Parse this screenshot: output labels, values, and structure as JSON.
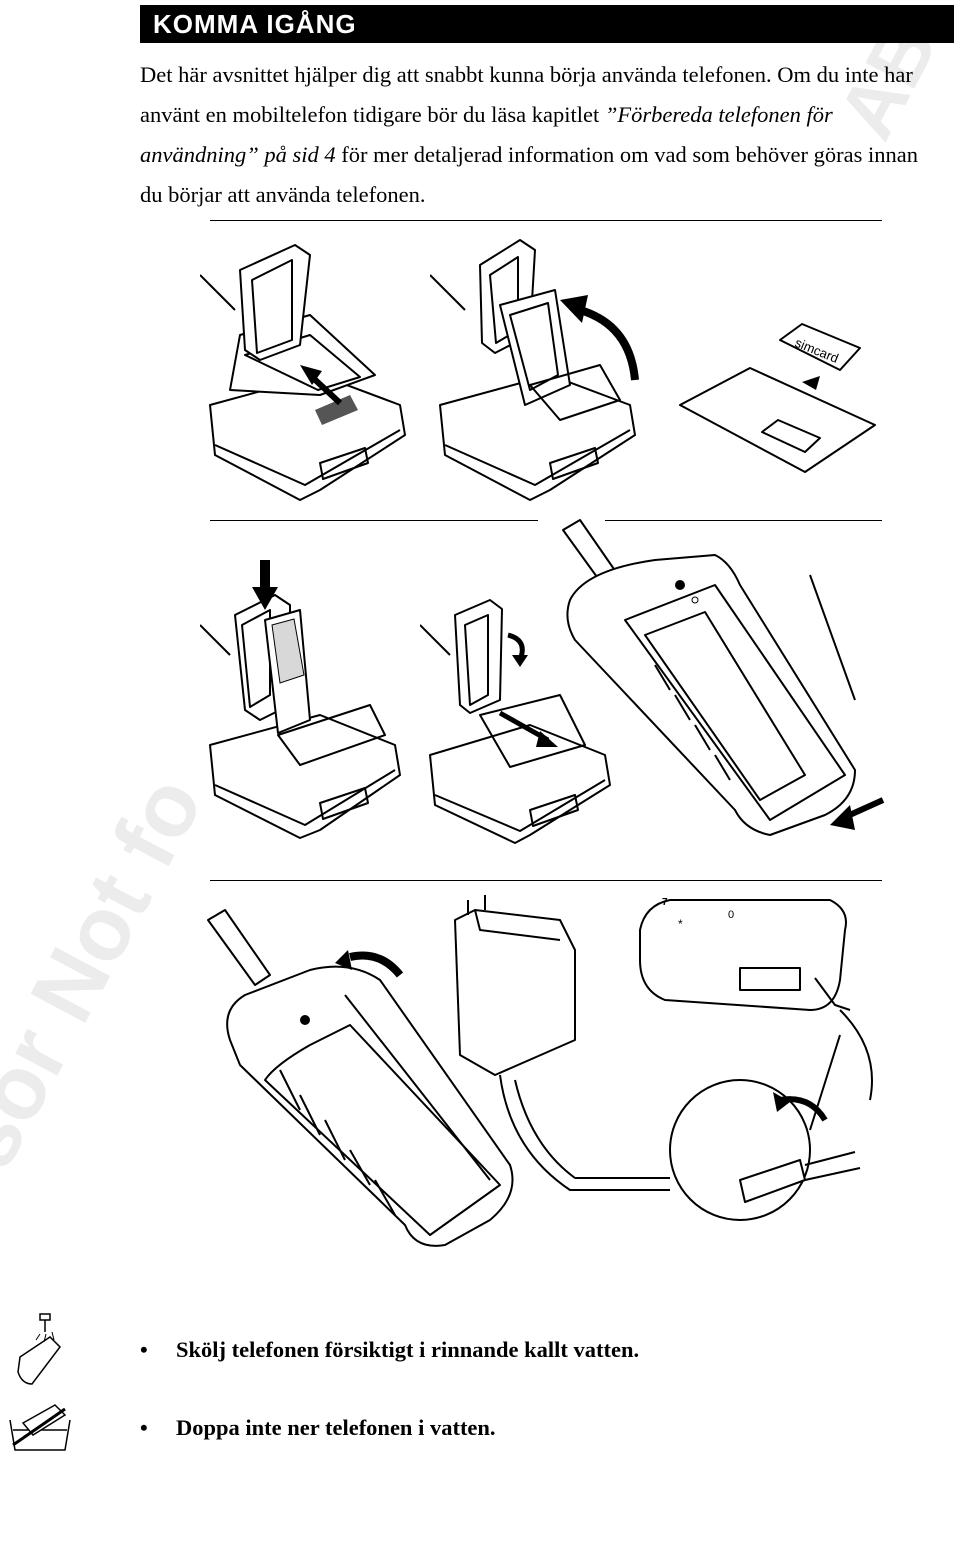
{
  "section": {
    "title": "KOMMA IGÅNG"
  },
  "intro": {
    "text_before": "Det här avsnittet hjälper dig att snabbt kunna börja använda telefonen. Om du inte har använt en mobiltelefon tidigare bör du läsa kapitlet ",
    "chapter_ref": "”Förbereda telefonen för användning” på sid 4",
    "text_after": " för mer detaljerad information om vad som behöver göras innan du börjar att använda telefonen."
  },
  "figures": {
    "simcard_label": "simcard",
    "keypad_keys": [
      "7",
      "*",
      "0"
    ]
  },
  "watermark": {
    "text_left": "ssor Not fo",
    "text_right": "AB"
  },
  "care": {
    "items": [
      {
        "text": "Skölj telefonen försiktigt i rinnande kallt vatten.",
        "icon": "rinse-phone-icon"
      },
      {
        "text": "Doppa inte ner telefonen i vatten.",
        "icon": "no-immerse-icon"
      }
    ]
  }
}
